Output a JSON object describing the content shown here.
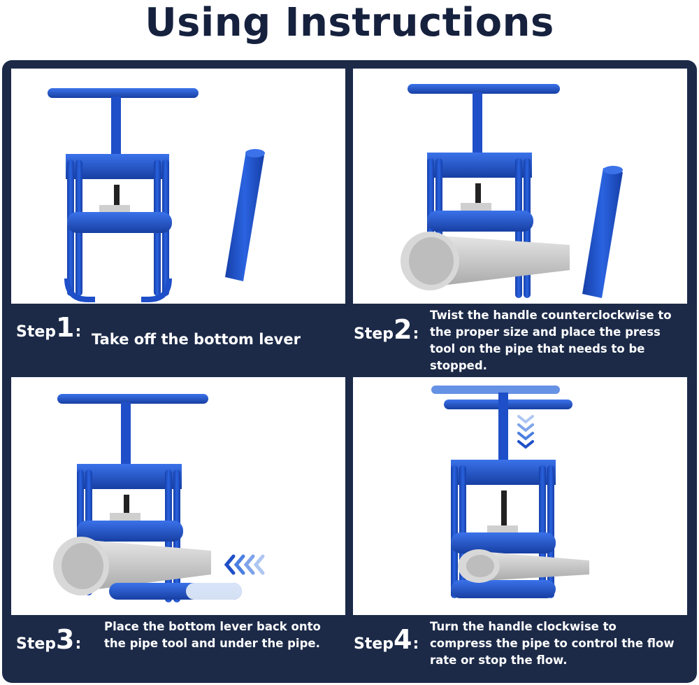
{
  "header": {
    "title": "Using Instructions"
  },
  "colors": {
    "brand_blue": "#1f4fc8",
    "panel_bg": "#1c2a48",
    "title_navy": "#16213e",
    "pipe_grey": "#c9c9c9"
  },
  "steps": [
    {
      "word": "Step",
      "number": "1",
      "colon": ":",
      "text": "Take off the bottom lever"
    },
    {
      "word": "Step",
      "number": "2",
      "colon": ":",
      "text": "Twist the handle counterclockwise to the proper size and place the press tool on the pipe that needs to be stopped."
    },
    {
      "word": "Step",
      "number": "3",
      "colon": ":",
      "text": "Place the bottom lever back onto the pipe tool and under the pipe."
    },
    {
      "word": "Step",
      "number": "4",
      "colon": ":",
      "text": "Turn the handle clockwise to compress the pipe to control the flow rate or stop the flow."
    }
  ]
}
